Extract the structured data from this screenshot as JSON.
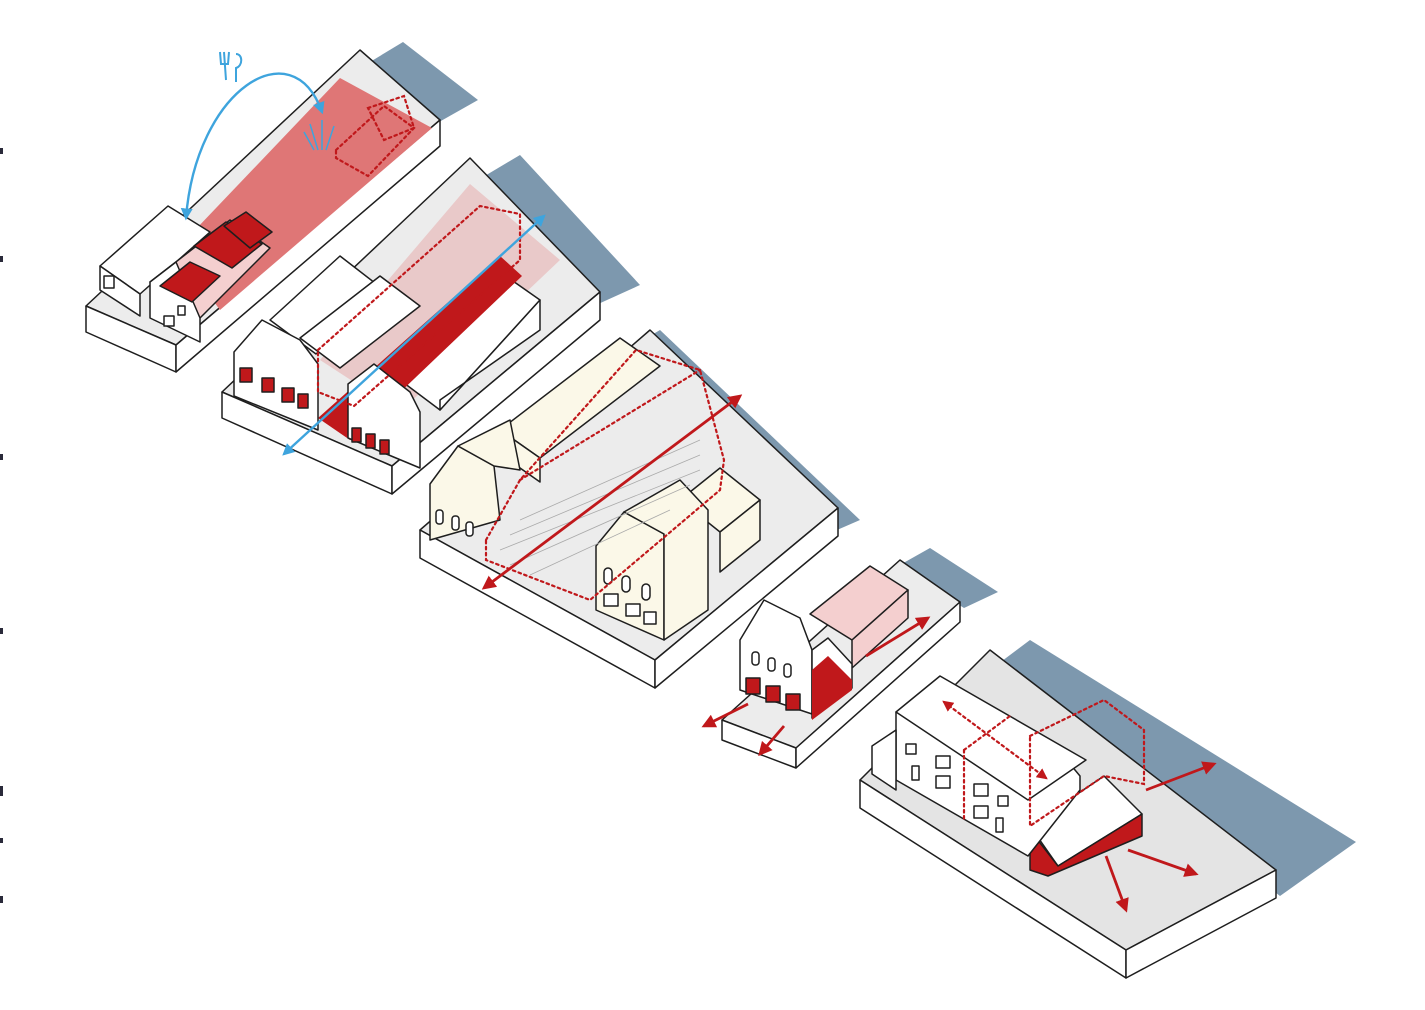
{
  "diagram": {
    "background": "#ffffff",
    "colors": {
      "red": "#c0181b",
      "pink_fill": "#df7676",
      "light_pink": "#f4cfcf",
      "blue_water": "#7d98ae",
      "blue_arrow": "#3ea4dd",
      "cream": "#fbf8e8",
      "ground_grey": "#dcdcdc"
    },
    "panels": [
      {
        "id": "plot-1",
        "icons": [
          "cutlery-icon",
          "plant-icon"
        ],
        "arrows": "blue-curved"
      },
      {
        "id": "plot-2",
        "arrows": "blue-double"
      },
      {
        "id": "plot-3",
        "arrows": "red-double"
      },
      {
        "id": "plot-4",
        "arrows": "red-outward"
      },
      {
        "id": "plot-5",
        "arrows": "red-outward"
      }
    ],
    "edge_marks": [
      150,
      258,
      456,
      630,
      790,
      840,
      900
    ]
  }
}
